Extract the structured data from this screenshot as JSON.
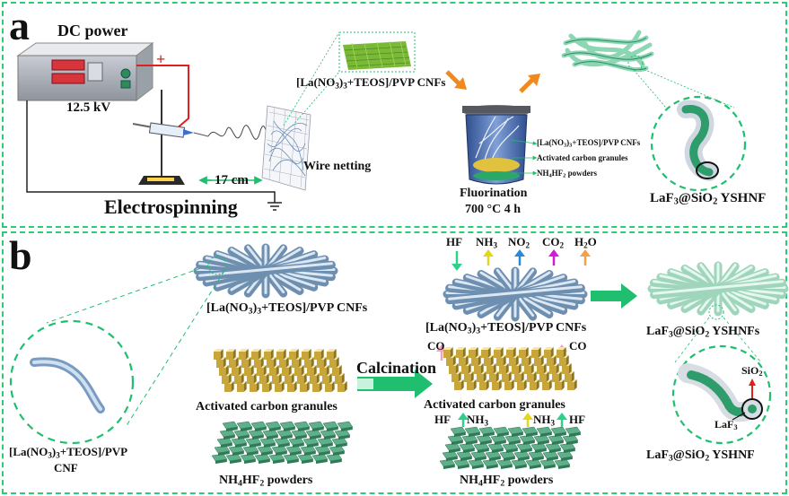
{
  "panel_a": {
    "label": "a",
    "dc_power": "DC power",
    "plus_sign": "+",
    "voltage": "12.5 kV",
    "distance": "17 cm",
    "electrospinning": "Electrospinning",
    "wire_netting": "Wire netting",
    "cnfs_pre": "[La(NO",
    "cnfs_post": "+TEOS]/PVP CNFs",
    "sub_3": "3",
    "sub_2": "2",
    "sub_4": "4",
    "crucible_cnfs": "+TEOS]/PVP CNFs",
    "crucible_carbon": "Activated carbon granules",
    "crucible_nh4_a": "NH",
    "crucible_nh4_b": "HF",
    "crucible_nh4_c": " powders",
    "fluorination": "Fluorination",
    "temperature": "700 °C  4 h",
    "laf": "LaF",
    "at_sio": "@SiO",
    "yshnf": " YSHNF"
  },
  "panel_b": {
    "label": "b",
    "gases": {
      "hf": "HF",
      "nh": "NH",
      "no": "NO",
      "co2": "CO",
      "h2o_h": "H",
      "h2o_o": "O"
    },
    "cnfs_pre": "[La(NO",
    "cnfs_post": "+TEOS]/PVP CNFs",
    "cnf_pre": "[La(NO",
    "cnf_post": "+TEOS]/PVP",
    "cnf_line2": "CNF",
    "activated_carbon": "Activated carbon granules",
    "nh4_a": "NH",
    "nh4_b": "HF",
    "nh4_c": " powders",
    "calcination": "Calcination",
    "co": "CO",
    "hf": "HF",
    "laf": "LaF",
    "at_sio": "@SiO",
    "yshnfs": " YSHNFs",
    "yshnf": " YSHNF",
    "sio": "SiO"
  },
  "colors": {
    "border": "#2ecc71",
    "fiber": "#8aa8c4",
    "product_fiber": "#7fd4ae",
    "carbon": "#d9b84a",
    "nh4hf2": "#3f8f6e",
    "arrow_green": "#1fbf6f"
  }
}
